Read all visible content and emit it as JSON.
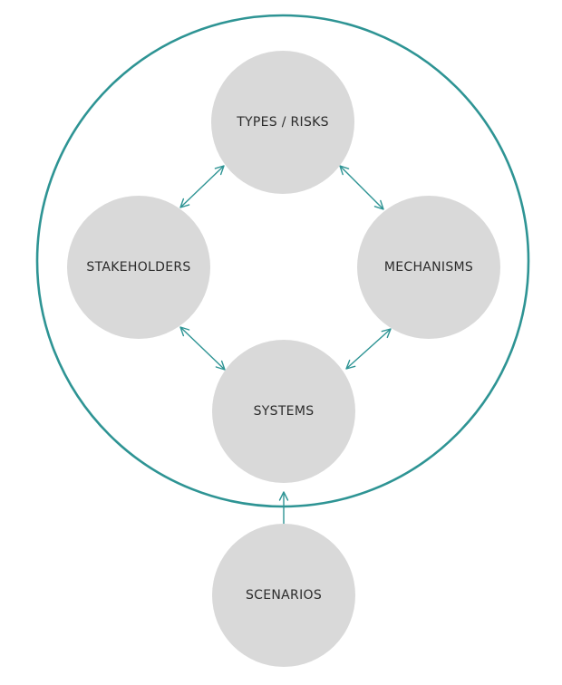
{
  "colors": {
    "ring": "#2e9494",
    "arrow": "#2e9494",
    "node_fill": "#d9d9d9",
    "label": "#2b2b2b",
    "background": "#ffffff"
  },
  "nodes": {
    "types_risks": "TYPES / RISKS",
    "stakeholders": "STAKEHOLDERS",
    "mechanisms": "MECHANISMS",
    "systems": "SYSTEMS",
    "scenarios": "SCENARIOS"
  }
}
